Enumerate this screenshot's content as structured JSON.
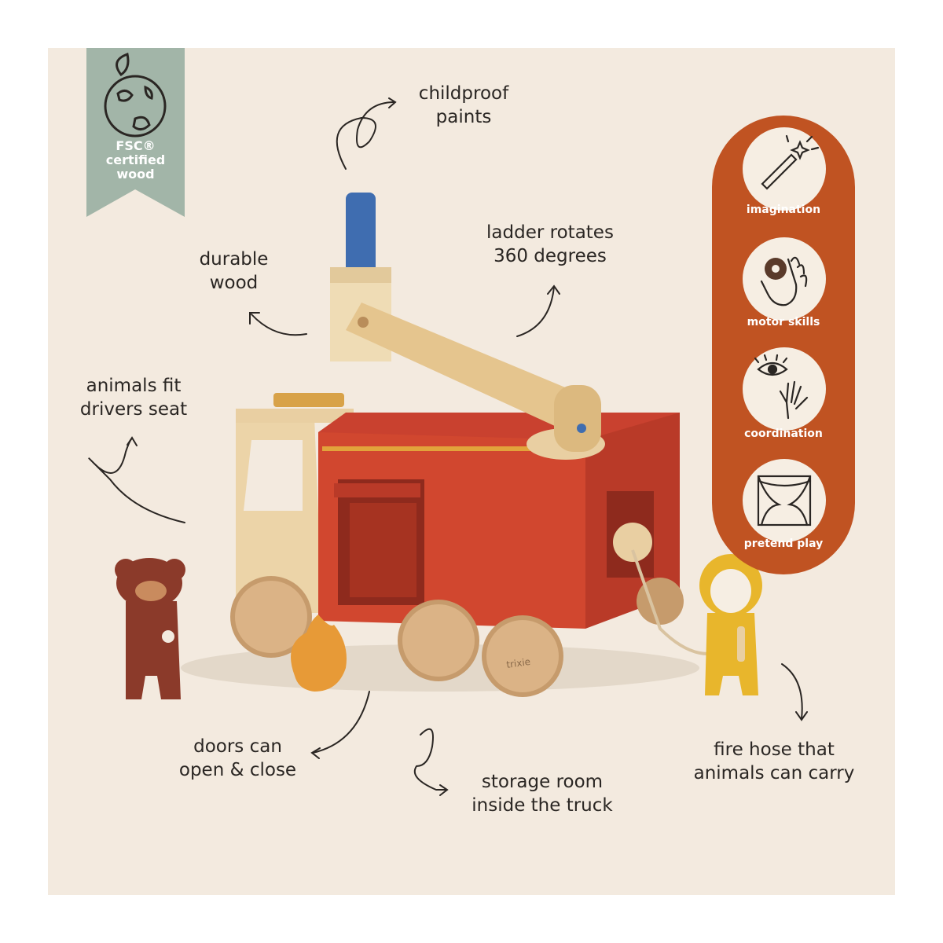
{
  "badge_ribbon": {
    "icon": "earth-leaf-icon",
    "lines": [
      "FSC®",
      "certified",
      "wood"
    ],
    "color": "#a2b5a8"
  },
  "product": {
    "brand_marking": "trixie",
    "colors": {
      "truck_red": "#c9412f",
      "wood": "#e9cfa2",
      "ladder_blue": "#3f6db0",
      "background": "#f3eadf"
    }
  },
  "annotations": {
    "childproof": "childproof\npaints",
    "durable": "durable\nwood",
    "ladder": "ladder rotates\n360 degrees",
    "drivers_seat": "animals fit\ndrivers seat",
    "doors": "doors can\nopen & close",
    "storage": "storage room\ninside the truck",
    "fire_hose": "fire hose that\nanimals can carry"
  },
  "benefits": {
    "color": "#c05322",
    "items": [
      {
        "icon": "magic-wand-icon",
        "label": "imagination"
      },
      {
        "icon": "hand-with-donut-icon",
        "label": "motor skills"
      },
      {
        "icon": "eye-and-hand-icon",
        "label": "coordination"
      },
      {
        "icon": "theater-curtain-icon",
        "label": "pretend play"
      }
    ]
  }
}
